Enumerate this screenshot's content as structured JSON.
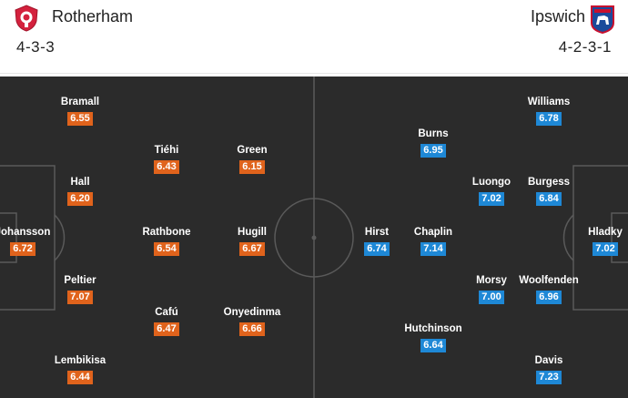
{
  "home": {
    "name": "Rotherham",
    "formation": "4-3-3",
    "crest_icon": "rotherham-crest-icon",
    "rating_color": "#e0631c"
  },
  "away": {
    "name": "Ipswich",
    "formation": "4-2-3-1",
    "crest_icon": "ipswich-crest-icon",
    "rating_color": "#1e88d6"
  },
  "home_players": [
    {
      "name": "Bramall",
      "rating": "6.55"
    },
    {
      "name": "Tiéhi",
      "rating": "6.43"
    },
    {
      "name": "Green",
      "rating": "6.15"
    },
    {
      "name": "Hall",
      "rating": "6.20"
    },
    {
      "name": "Johansson",
      "rating": "6.72"
    },
    {
      "name": "Rathbone",
      "rating": "6.54"
    },
    {
      "name": "Hugill",
      "rating": "6.67"
    },
    {
      "name": "Peltier",
      "rating": "7.07"
    },
    {
      "name": "Cafú",
      "rating": "6.47"
    },
    {
      "name": "Onyedinma",
      "rating": "6.66"
    },
    {
      "name": "Lembikisa",
      "rating": "6.44"
    }
  ],
  "away_players": [
    {
      "name": "Williams",
      "rating": "6.78"
    },
    {
      "name": "Burns",
      "rating": "6.95"
    },
    {
      "name": "Luongo",
      "rating": "7.02"
    },
    {
      "name": "Burgess",
      "rating": "6.84"
    },
    {
      "name": "Hirst",
      "rating": "6.74"
    },
    {
      "name": "Chaplin",
      "rating": "7.14"
    },
    {
      "name": "Hladky",
      "rating": "7.02"
    },
    {
      "name": "Morsy",
      "rating": "7.00"
    },
    {
      "name": "Woolfenden",
      "rating": "6.96"
    },
    {
      "name": "Hutchinson",
      "rating": "6.64"
    },
    {
      "name": "Davis",
      "rating": "7.23"
    }
  ]
}
